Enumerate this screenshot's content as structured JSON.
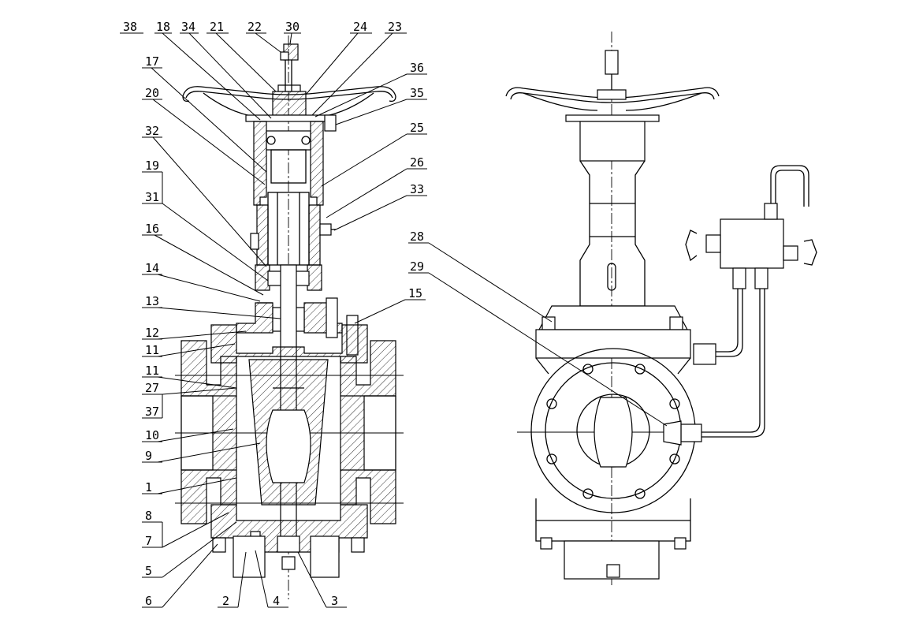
{
  "labels": [
    {
      "id": "38",
      "text": "38"
    },
    {
      "id": "18",
      "text": "18"
    },
    {
      "id": "34",
      "text": "34"
    },
    {
      "id": "21",
      "text": "21"
    },
    {
      "id": "22",
      "text": "22"
    },
    {
      "id": "30",
      "text": "30"
    },
    {
      "id": "24",
      "text": "24"
    },
    {
      "id": "23",
      "text": "23"
    },
    {
      "id": "17",
      "text": "17"
    },
    {
      "id": "36",
      "text": "36"
    },
    {
      "id": "20",
      "text": "20"
    },
    {
      "id": "35",
      "text": "35"
    },
    {
      "id": "32",
      "text": "32"
    },
    {
      "id": "25",
      "text": "25"
    },
    {
      "id": "19",
      "text": "19"
    },
    {
      "id": "26",
      "text": "26"
    },
    {
      "id": "31",
      "text": "31"
    },
    {
      "id": "33",
      "text": "33"
    },
    {
      "id": "16",
      "text": "16"
    },
    {
      "id": "28",
      "text": "28"
    },
    {
      "id": "29",
      "text": "29"
    },
    {
      "id": "14",
      "text": "14"
    },
    {
      "id": "15",
      "text": "15"
    },
    {
      "id": "13",
      "text": "13"
    },
    {
      "id": "12",
      "text": "12"
    },
    {
      "id": "11a",
      "text": "11"
    },
    {
      "id": "11b",
      "text": "11"
    },
    {
      "id": "27",
      "text": "27"
    },
    {
      "id": "37",
      "text": "37"
    },
    {
      "id": "10",
      "text": "10"
    },
    {
      "id": "9",
      "text": "9"
    },
    {
      "id": "1",
      "text": "1"
    },
    {
      "id": "8",
      "text": "8"
    },
    {
      "id": "7",
      "text": "7"
    },
    {
      "id": "5",
      "text": "5"
    },
    {
      "id": "6",
      "text": "6"
    },
    {
      "id": "2",
      "text": "2"
    },
    {
      "id": "4",
      "text": "4"
    },
    {
      "id": "3",
      "text": "3"
    }
  ]
}
